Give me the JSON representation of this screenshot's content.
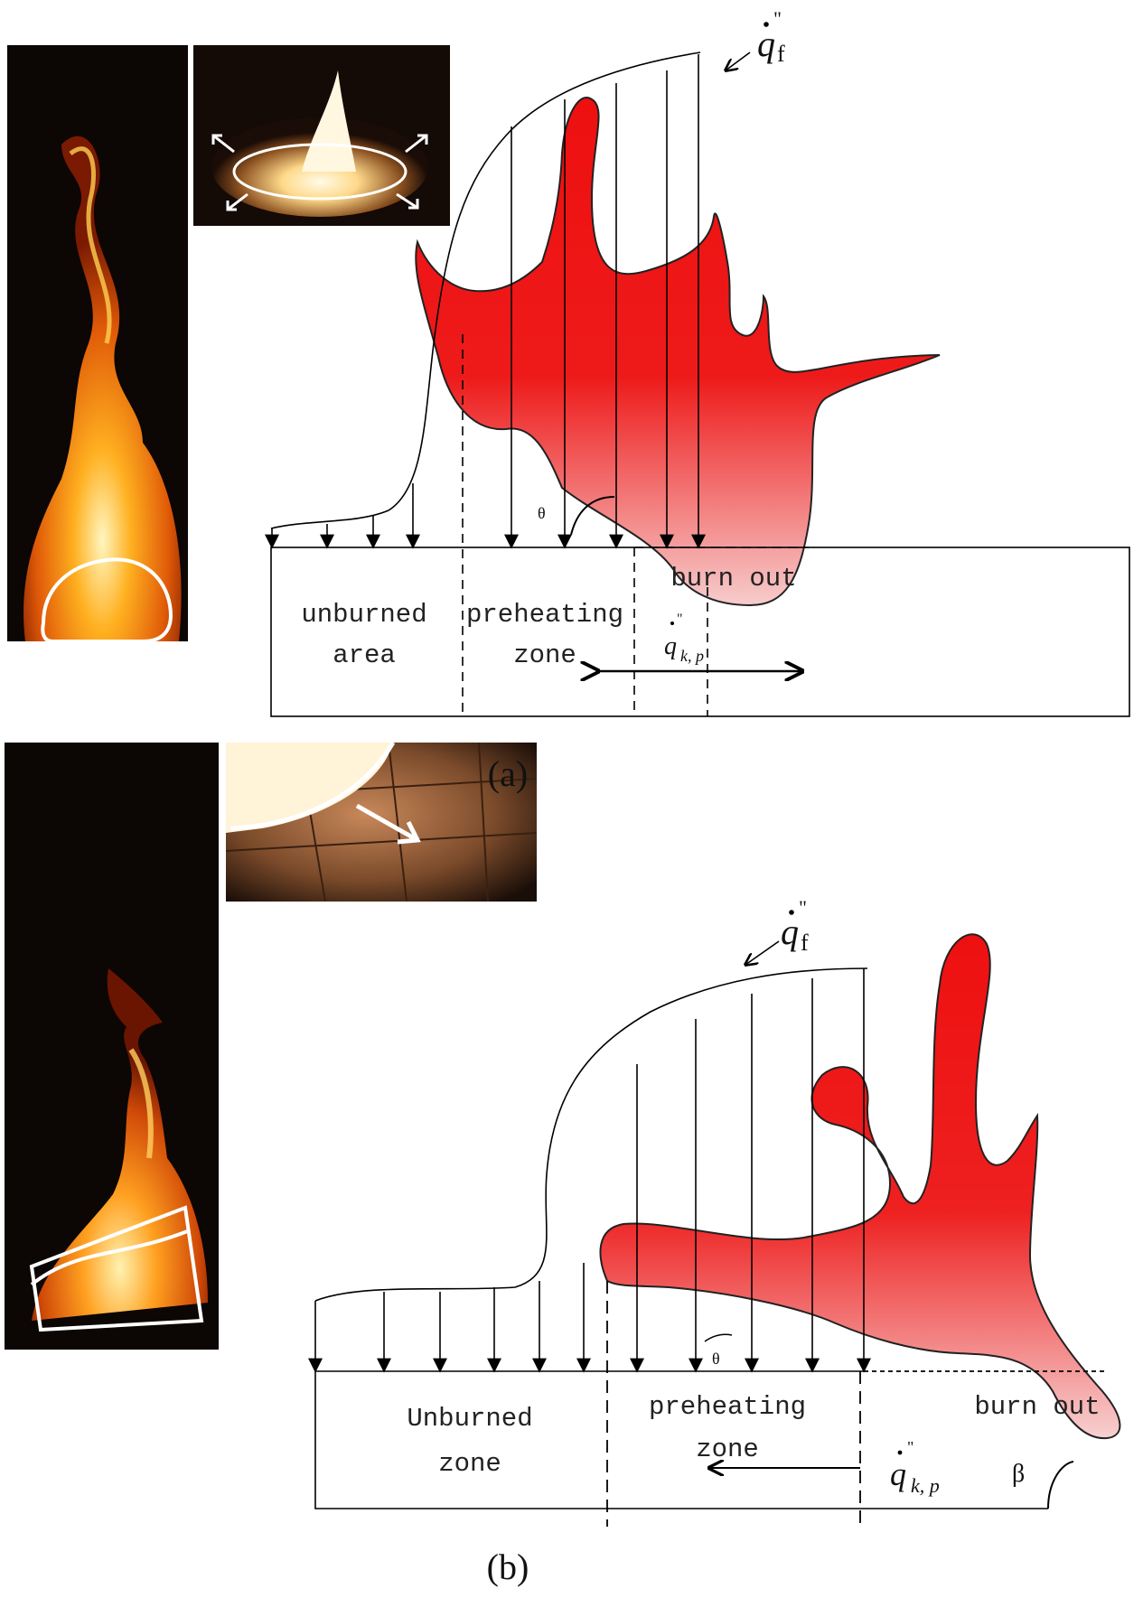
{
  "panel_a": {
    "caption": "(a)",
    "flux_symbol": "q",
    "flux_sub": "f",
    "flux_sup": "\"",
    "cond_symbol": "q",
    "cond_sub": "k, p",
    "cond_sup": "\"",
    "theta": "θ",
    "zones": {
      "unburned_line1": "unburned",
      "unburned_line2": "area",
      "preheating_line1": "preheating",
      "preheating_line2": "zone",
      "burnout": "burn out"
    }
  },
  "panel_b": {
    "caption": "(b)",
    "flux_symbol": "q",
    "flux_sub": "f",
    "flux_sup": "\"",
    "cond_symbol": "q",
    "cond_sub": "k, p",
    "cond_sup": "\"",
    "theta": "θ",
    "beta": "β",
    "zones": {
      "unburned_line1": "Unburned",
      "unburned_line2": "zone",
      "preheating_line1": "preheating",
      "preheating_line2": "zone",
      "burnout": "burn out"
    }
  },
  "colors": {
    "flame_red": "#ee1010",
    "flame_fade": "#f7cccc",
    "photo_bg": "#0c0604"
  }
}
